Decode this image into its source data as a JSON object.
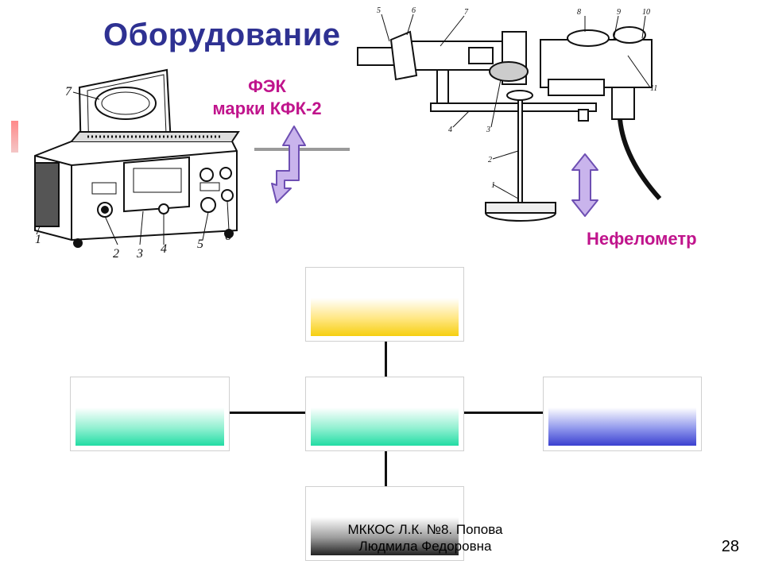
{
  "slide": {
    "title": "Оборудование",
    "fek_line1": "ФЭК",
    "fek_line2": "марки КФК-2",
    "nefelometer_label": "Нефелометр",
    "page_number": "28",
    "footer_line1": "МККОС Л.К. №8. Попова",
    "footer_line2": "Людмила Федоровна"
  },
  "device_labels": [
    "1",
    "2",
    "3",
    "4",
    "5",
    "6",
    "7"
  ],
  "nephelometer_labels": [
    "1",
    "2",
    "3",
    "4",
    "5",
    "6",
    "7",
    "8",
    "9",
    "10",
    "11"
  ],
  "colors": {
    "title": "#2e3192",
    "accent_text": "#c0148c",
    "arrow_fill": "#c9b4ec",
    "arrow_stroke": "#6e4fb3",
    "box_yellow": "#f6cf10",
    "box_green": "#22dca4",
    "box_blue": "#3a40d0",
    "box_gray": "#222222"
  }
}
